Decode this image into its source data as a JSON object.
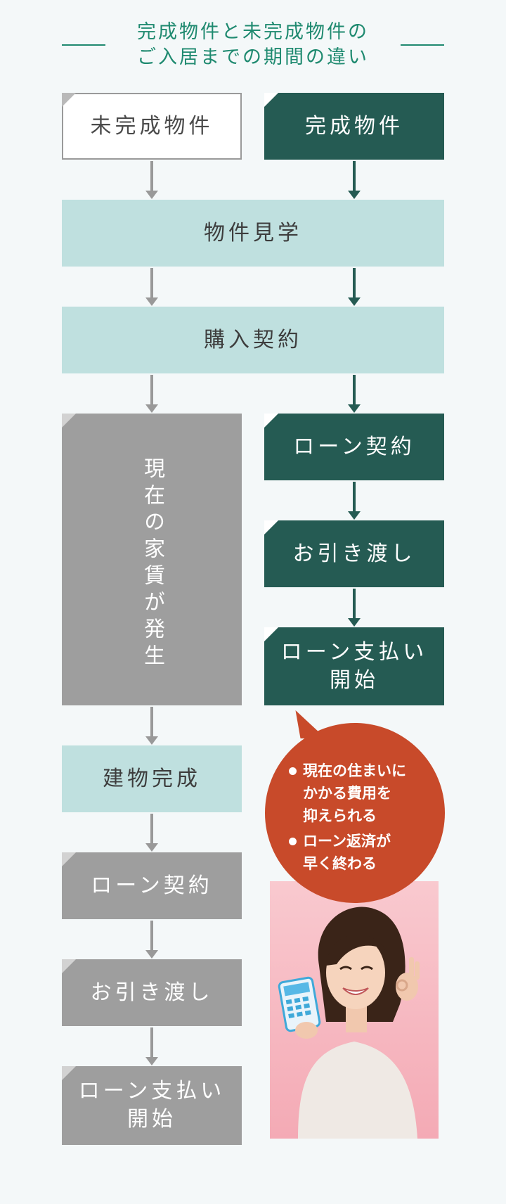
{
  "header": {
    "title_line1": "完成物件と未完成物件の",
    "title_line2": "ご入居までの期間の違い"
  },
  "columns": {
    "unfinished_label": "未完成物件",
    "finished_label": "完成物件"
  },
  "shared_steps": {
    "viewing": "物件見学",
    "contract": "購入契約"
  },
  "finished_flow": {
    "loan_contract": "ローン契約",
    "handover": "お引き渡し",
    "payment_line1": "ローン支払い",
    "payment_line2": "開始"
  },
  "unfinished_flow": {
    "rent_note": "現在の家賃が発生",
    "building_complete": "建物完成",
    "loan_contract": "ローン契約",
    "handover": "お引き渡し",
    "payment_line1": "ローン支払い",
    "payment_line2": "開始"
  },
  "benefits": {
    "item1_line1": "現在の住まいに",
    "item1_line2": "かかる費用を",
    "item1_line3": "抑えられる",
    "item2_line1": "ローン返済が",
    "item2_line2": "早く終わる"
  },
  "colors": {
    "dark_green": "#255b53",
    "light_teal": "#bfe0df",
    "gray": "#9e9e9e",
    "accent_red": "#c84a2a",
    "title_green": "#1f8a70"
  }
}
